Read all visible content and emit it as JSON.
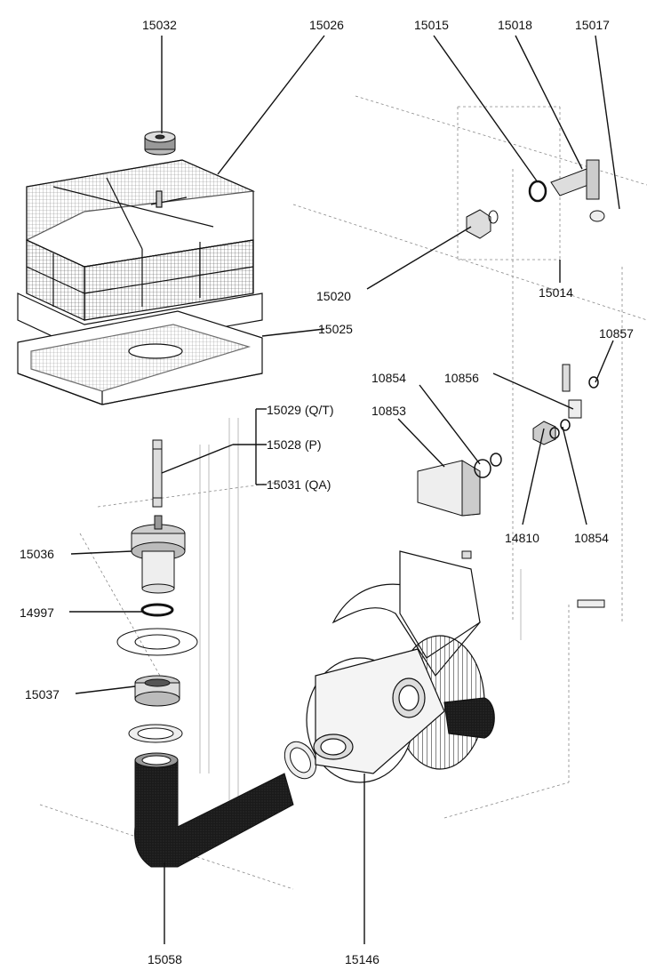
{
  "callouts": {
    "c15032": "15032",
    "c15026": "15026",
    "c15015": "15015",
    "c15018": "15018",
    "c15017": "15017",
    "c15020": "15020",
    "c15014": "15014",
    "c15025": "15025",
    "c10857": "10857",
    "c10854a": "10854",
    "c10856": "10856",
    "c10853": "10853",
    "c15029": "15029 (Q/T)",
    "c15028": "15028 (P)",
    "c15031": "15031 (QA)",
    "c14810": "14810",
    "c10854b": "10854",
    "c15036": "15036",
    "c14997": "14997",
    "c15037": "15037",
    "c15058": "15058",
    "c15146": "15146"
  }
}
